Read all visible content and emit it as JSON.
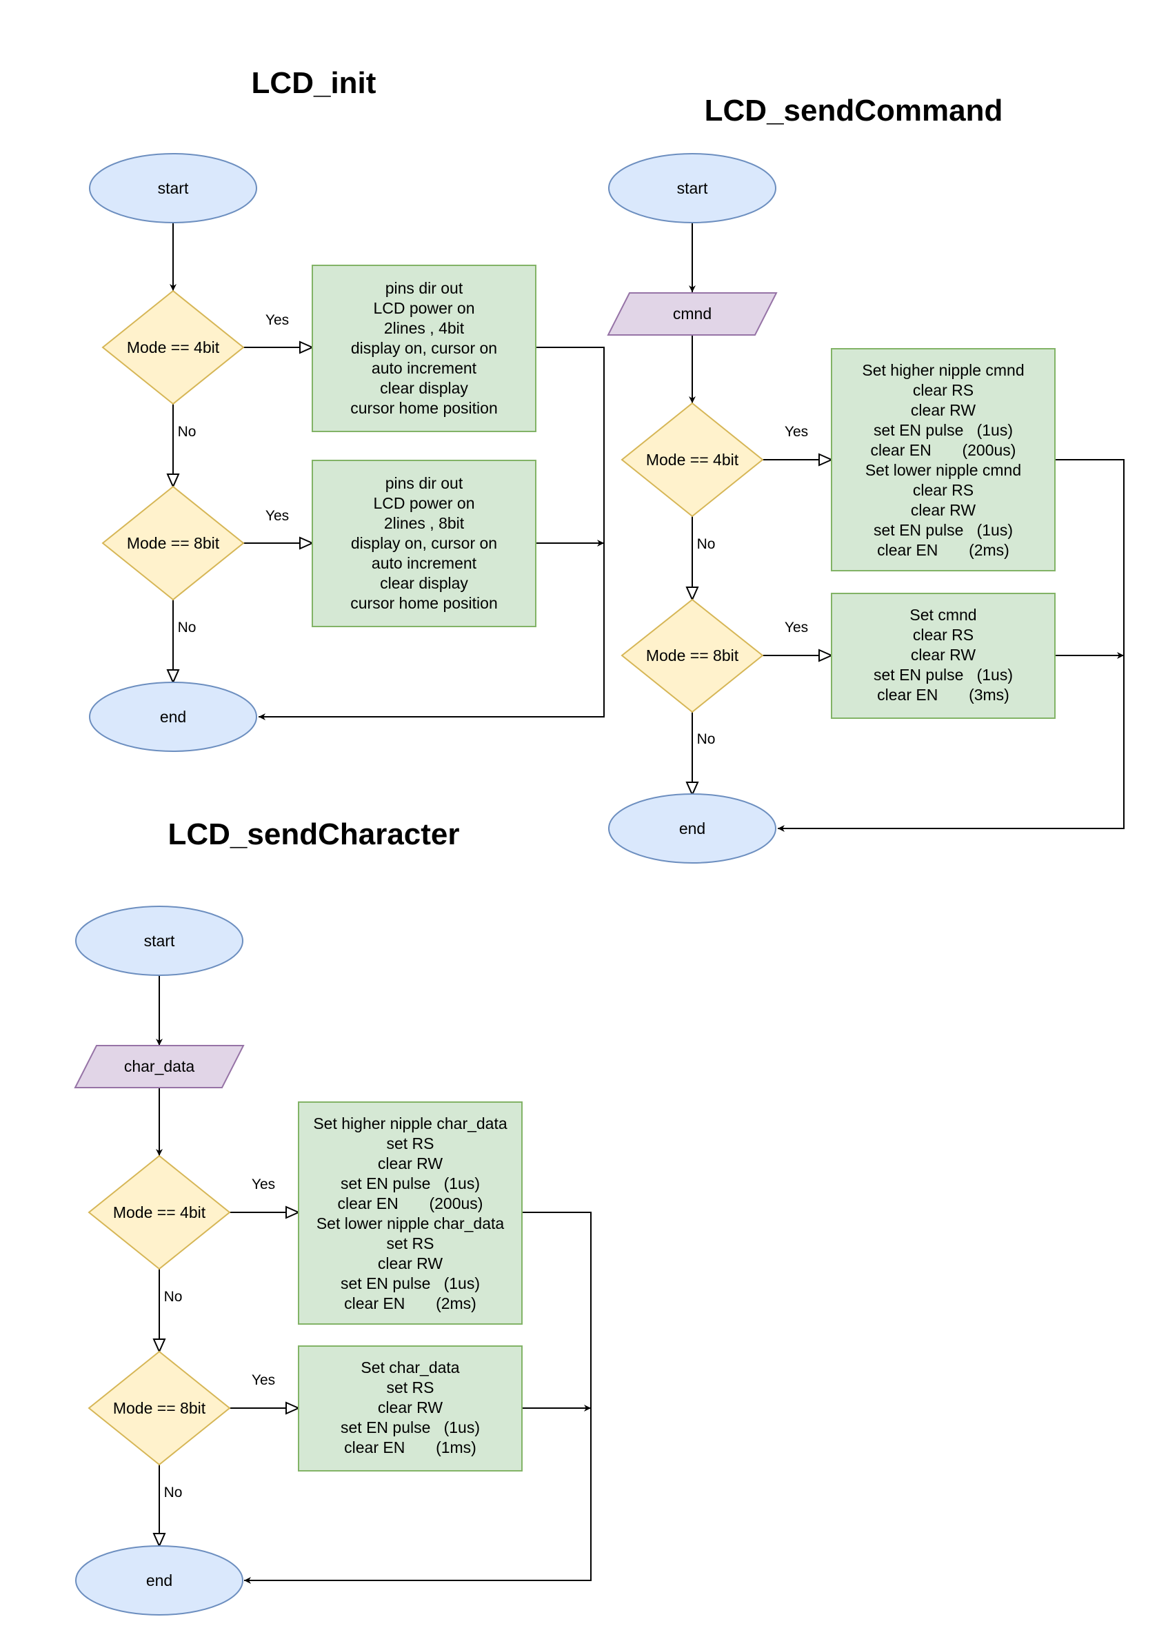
{
  "titles": {
    "init": "LCD_init",
    "command": "LCD_sendCommand",
    "character": "LCD_sendCharacter"
  },
  "edge_labels": {
    "yes": "Yes",
    "no": "No"
  },
  "init": {
    "start": "start",
    "end": "end",
    "cond4": "Mode == 4bit",
    "cond8": "Mode == 8bit",
    "box4": [
      "pins dir out",
      "LCD power on",
      "2lines , 4bit",
      "display on, cursor on",
      "auto increment",
      "clear display",
      "cursor home position"
    ],
    "box8": [
      "pins dir out",
      "LCD power on",
      "2lines , 8bit",
      "display on, cursor on",
      "auto increment",
      "clear display",
      "cursor home position"
    ]
  },
  "command": {
    "start": "start",
    "input": "cmnd",
    "end": "end",
    "cond4": "Mode == 4bit",
    "cond8": "Mode == 8bit",
    "box4": [
      "Set higher nipple cmnd",
      "clear RS",
      "clear RW",
      "set EN pulse   (1us)",
      "clear EN       (200us)",
      "Set lower nipple cmnd",
      "clear RS",
      "clear RW",
      "set EN pulse   (1us)",
      "clear EN       (2ms)"
    ],
    "box8": [
      "Set cmnd",
      "clear RS",
      "clear RW",
      "set EN pulse   (1us)",
      "clear EN       (3ms)"
    ]
  },
  "character": {
    "start": "start",
    "input": "char_data",
    "end": "end",
    "cond4": "Mode == 4bit",
    "cond8": "Mode == 8bit",
    "box4": [
      "Set higher nipple char_data",
      "set RS",
      "clear RW",
      "set EN pulse   (1us)",
      "clear EN       (200us)",
      "Set lower nipple char_data",
      "set RS",
      "clear RW",
      "set EN pulse   (1us)",
      "clear EN       (2ms)"
    ],
    "box8": [
      "Set char_data",
      "set RS",
      "clear RW",
      "set EN pulse   (1us)",
      "clear EN       (1ms)"
    ]
  },
  "colors": {
    "terminal_fill": "#dae8fc",
    "terminal_stroke": "#6c8ebf",
    "decision_fill": "#fff2cc",
    "decision_stroke": "#d6b656",
    "process_fill": "#d5e8d4",
    "process_stroke": "#82b366",
    "io_fill": "#e1d5e7",
    "io_stroke": "#9673a6"
  }
}
